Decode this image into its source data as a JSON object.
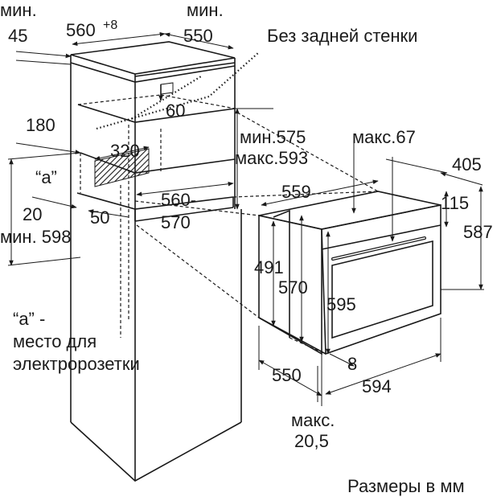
{
  "labels": {
    "min_top_left": "мин.",
    "min_top_right": "мин.",
    "d45": "45",
    "d560_8": "560",
    "d560_8_sup": "+8",
    "d550_top": "550",
    "no_back_wall": "Без задней стенки",
    "d60": "60",
    "d180": "180",
    "d320": "320",
    "a_mark": "“а”",
    "min575": "мин.575",
    "max593": "макс.593",
    "max67": "макс.67",
    "d405": "405",
    "d559": "559",
    "d115": "115",
    "d587": "587",
    "d20": "20",
    "d50": "50",
    "d560_570_a": "560-",
    "d560_570_b": "570",
    "min598": "мин. 598",
    "d491": "491",
    "d570": "570",
    "d595": "595",
    "a_note_1": "“а” -",
    "a_note_2": "место для",
    "a_note_3": "электророзетки",
    "d8": "8",
    "d550_bottom": "550",
    "d594": "594",
    "max20_5_a": "макс.",
    "max20_5_b": "20,5",
    "units_note": "Размеры в мм"
  }
}
